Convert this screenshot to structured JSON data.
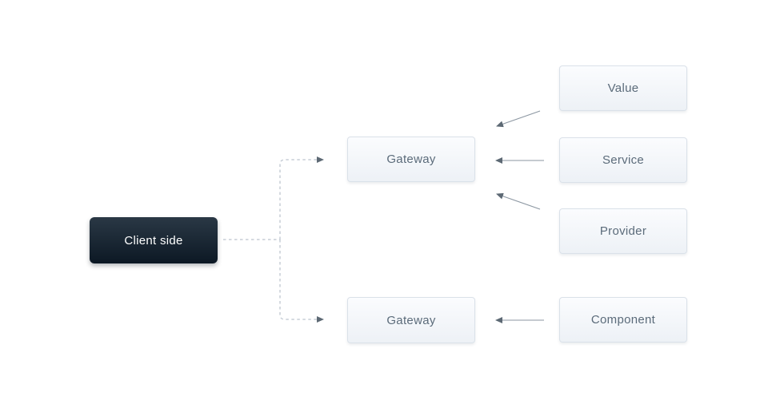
{
  "diagram": {
    "nodes": {
      "client": {
        "label": "Client side"
      },
      "gateway_top": {
        "label": "Gateway"
      },
      "gateway_bottom": {
        "label": "Gateway"
      },
      "value": {
        "label": "Value"
      },
      "service": {
        "label": "Service"
      },
      "provider": {
        "label": "Provider"
      },
      "component": {
        "label": "Component"
      }
    },
    "edges": [
      {
        "from": "client",
        "to": "gateway_top",
        "style": "dashed"
      },
      {
        "from": "client",
        "to": "gateway_bottom",
        "style": "dashed"
      },
      {
        "from": "value",
        "to": "gateway_top",
        "style": "solid"
      },
      {
        "from": "service",
        "to": "gateway_top",
        "style": "solid"
      },
      {
        "from": "provider",
        "to": "gateway_top",
        "style": "solid"
      },
      {
        "from": "component",
        "to": "gateway_bottom",
        "style": "solid"
      }
    ]
  },
  "theme": {
    "canvas_bg": "#ffffff",
    "node_fill_top": "#fbfcfe",
    "node_fill_bottom": "#edf1f6",
    "node_border": "#dae1e9",
    "node_text": "#5b6b7a",
    "client_fill_top": "#2a3845",
    "client_fill_bottom": "#0c1824",
    "client_text": "#ffffff",
    "dashed_line": "#c7ced6",
    "solid_line": "#8b96a1",
    "arrowhead": "#5d6974"
  }
}
